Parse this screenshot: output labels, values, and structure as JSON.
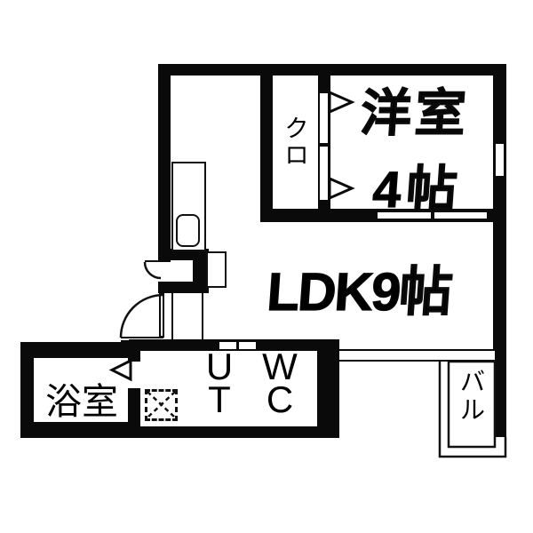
{
  "floorplan": {
    "type": "apartment-floorplan",
    "colors": {
      "wall": "#0a0a0a",
      "background": "#ffffff"
    },
    "rooms": {
      "western_room": {
        "name": "洋室",
        "size": "4帖"
      },
      "ldk": {
        "name": "LDK9帖"
      },
      "closet": {
        "char1": "ク",
        "char2": "ロ"
      },
      "bathroom": {
        "name": "浴室"
      },
      "utility": {
        "char1": "U",
        "char2": "T"
      },
      "toilet": {
        "char1": "W",
        "char2": "C"
      },
      "balcony": {
        "char1": "バ",
        "char2": "ル"
      }
    }
  }
}
